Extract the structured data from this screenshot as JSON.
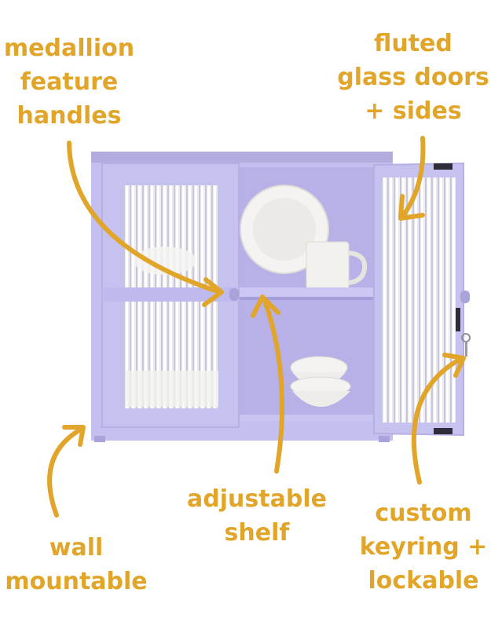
{
  "labels": {
    "handles": [
      "medallion",
      "feature",
      "handles"
    ],
    "fluted": [
      "fluted",
      "glass doors",
      "+ sides"
    ],
    "wall": [
      "wall",
      "mountable"
    ],
    "shelf": [
      "adjustable",
      "shelf"
    ],
    "keyring": [
      "custom",
      "keyring +",
      "lockable"
    ]
  },
  "colors": {
    "accent": "#e1a52a",
    "cabinet": "#c3bfee",
    "cabinet_dark": "#a9a3dc",
    "interior": "#b7b1e8",
    "ceramic": "#f2f1ee"
  }
}
